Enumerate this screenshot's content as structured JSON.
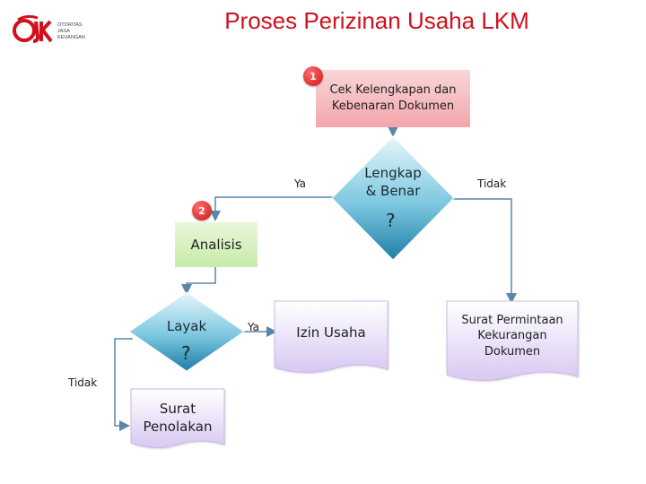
{
  "header": {
    "title": "Proses Perizinan Usaha LKM"
  },
  "logo": {
    "mark": "OJK",
    "lines": [
      "OTORITAS",
      "JASA",
      "KEUANGAN"
    ],
    "color": "#d0101e"
  },
  "steps": {
    "step1_number": "1",
    "step1_label_line1": "Cek Kelengkapan dan",
    "step1_label_line2": "Kebenaran Dokumen",
    "decision1_line1": "Lengkap",
    "decision1_line2": "& Benar",
    "decision1_q": "?",
    "yes1": "Ya",
    "no1": "Tidak",
    "step2_number": "2",
    "analysis": "Analisis",
    "decision2_line1": "Layak",
    "decision2_q": "?",
    "yes2": "Ya",
    "no2": "Tidak",
    "izin": "Izin Usaha",
    "permintaan_line1": "Surat Permintaan",
    "permintaan_line2": "Kekurangan",
    "permintaan_line3": "Dokumen",
    "penolakan_line1": "Surat",
    "penolakan_line2": "Penolakan"
  },
  "colors": {
    "title_red": "#d0101e",
    "pink_box": "#f2a6ab",
    "green_box": "#c7ebaa",
    "diamond_teal": "#2a8fb8",
    "doc_lavender": "#e2d5f5",
    "connector": "#5a86a8"
  }
}
